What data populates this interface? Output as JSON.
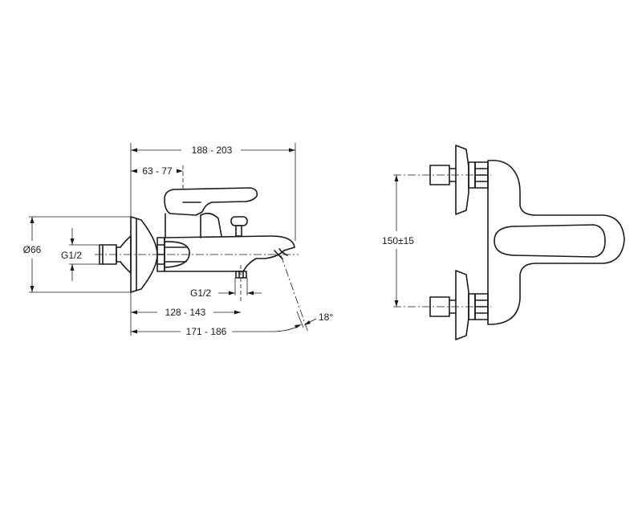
{
  "side_view": {
    "overall_width": "188 - 203",
    "lever_offset": "63 - 77",
    "rose_diameter": "Ø66",
    "inlet_thread": "G1/2",
    "outlet_thread": "G1/2",
    "outlet_distance": "128 - 143",
    "spout_reach": "171 - 186",
    "spout_angle": "18°"
  },
  "top_view": {
    "inlet_spacing": "150±15"
  }
}
